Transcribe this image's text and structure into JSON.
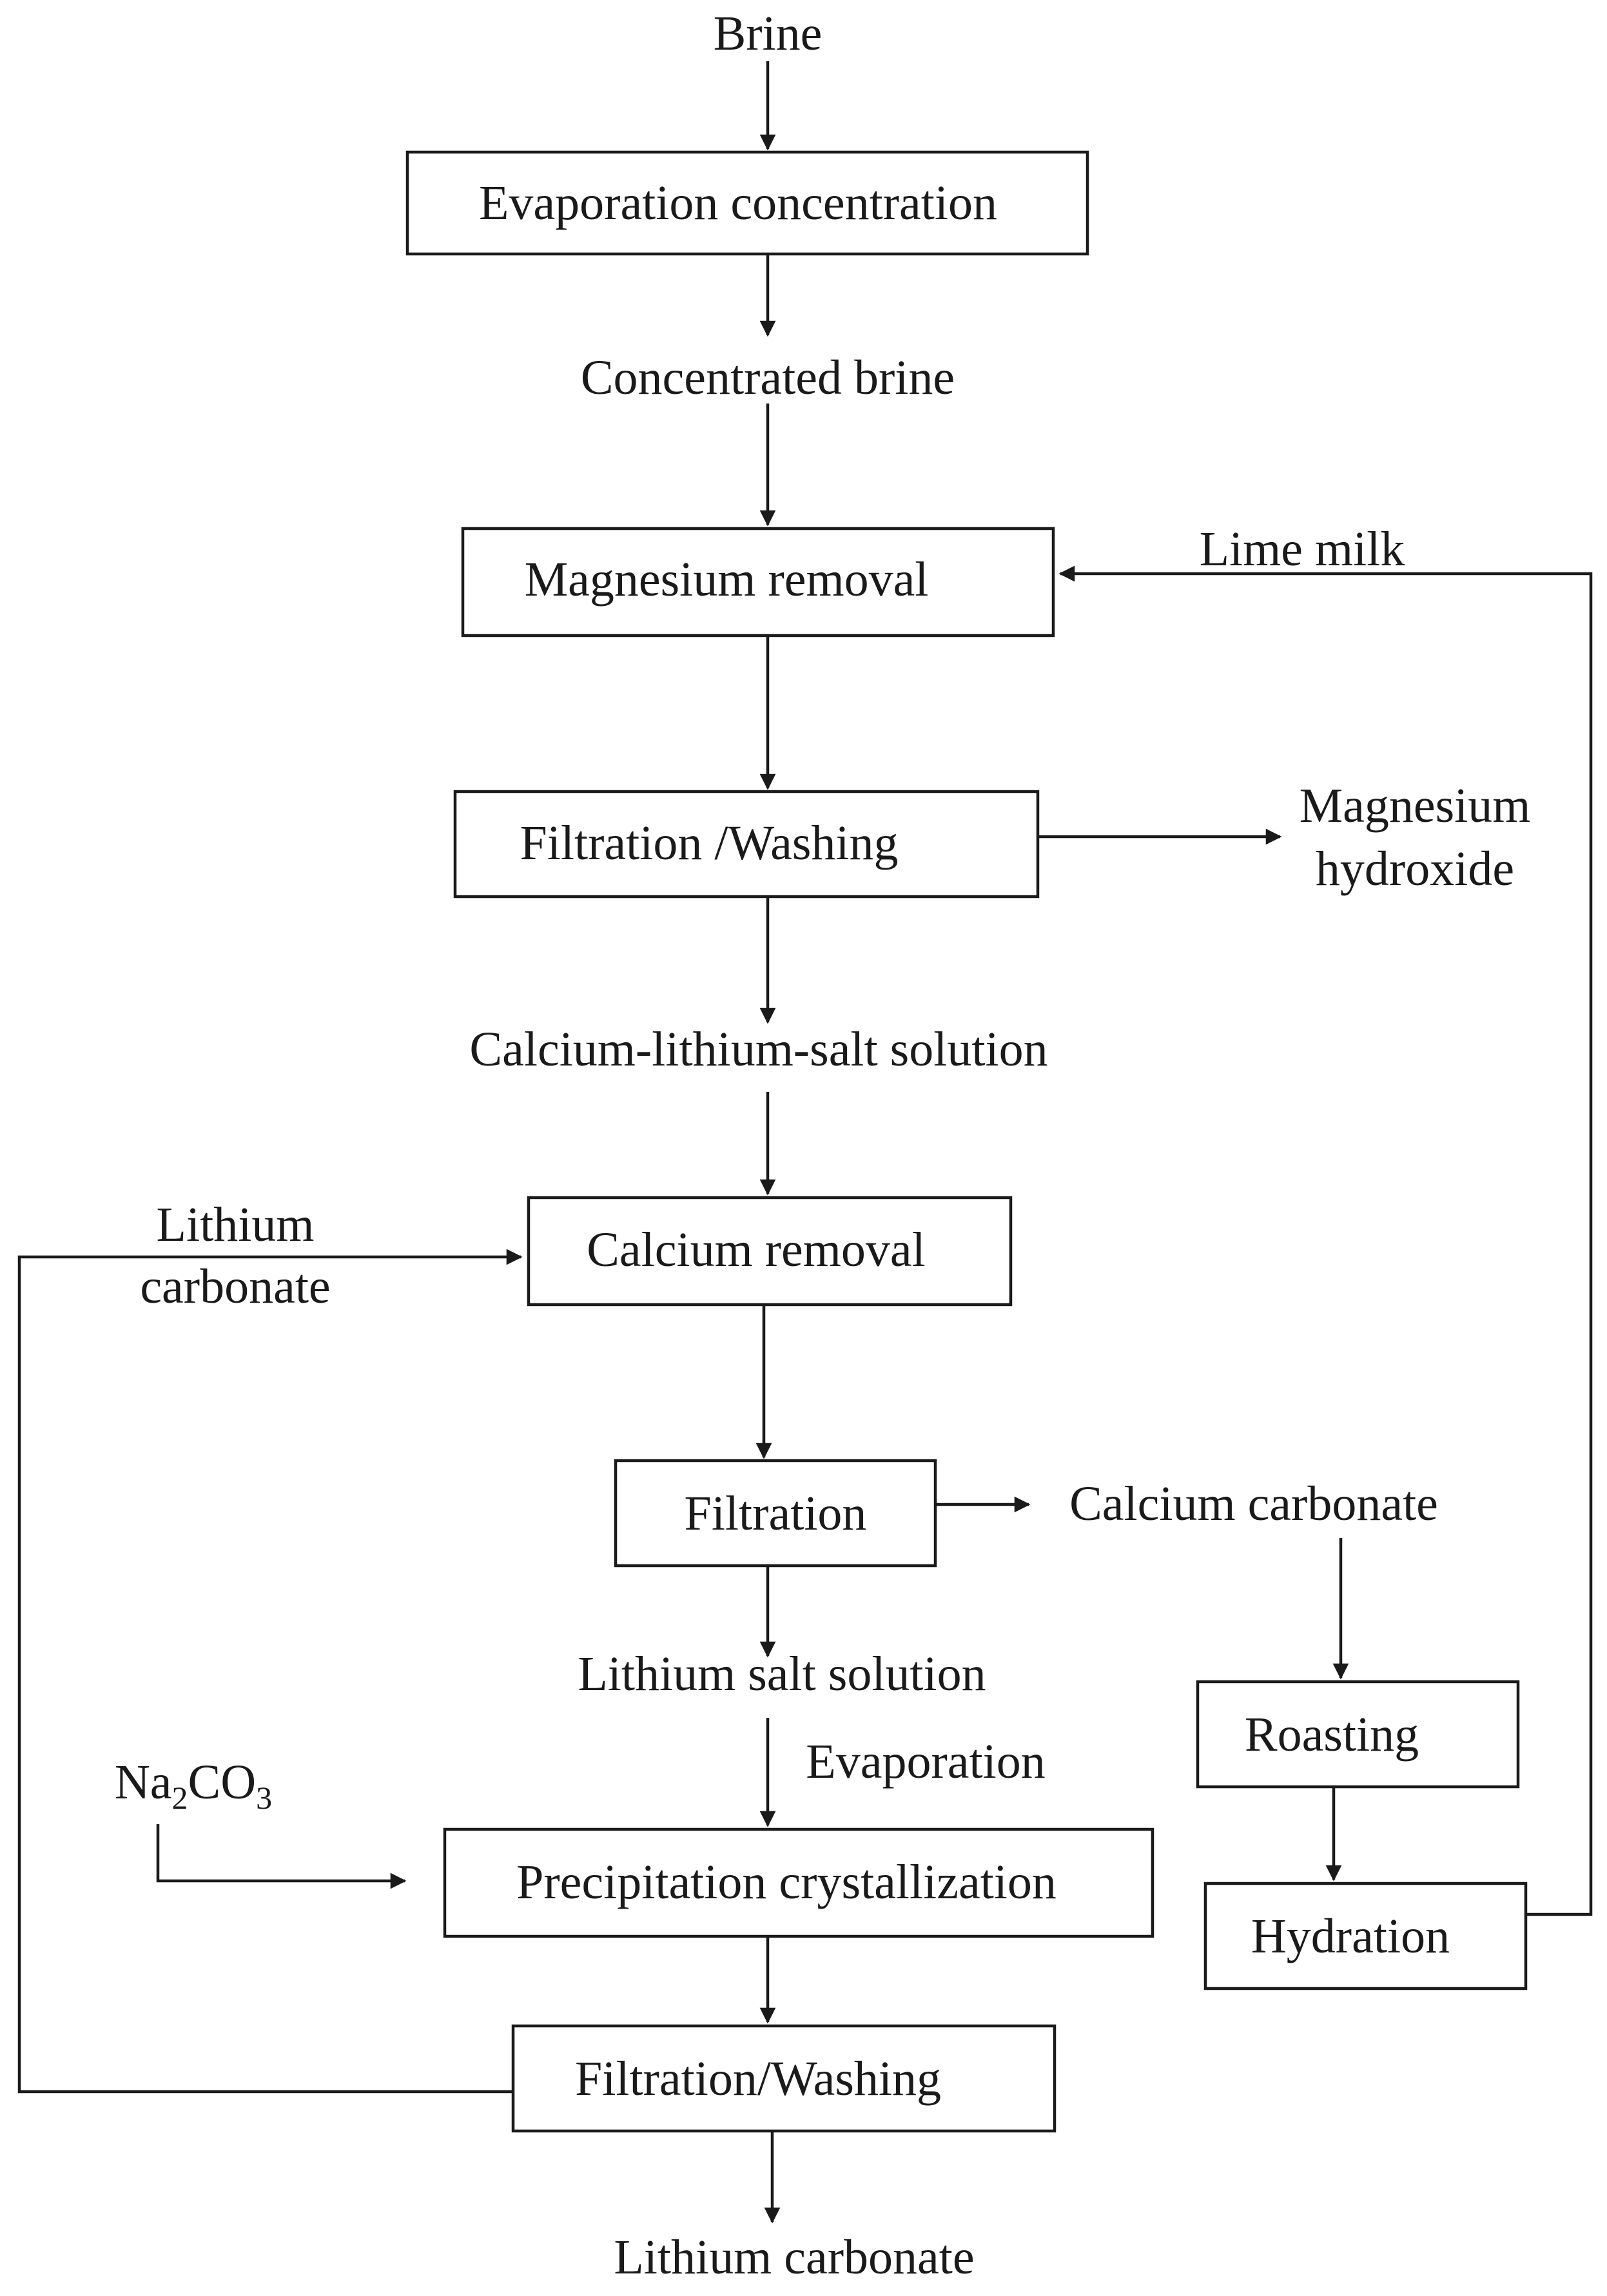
{
  "nodes": {
    "brine": "Brine",
    "evaporation_concentration": "Evaporation concentration",
    "concentrated_brine": "Concentrated brine",
    "magnesium_removal": "Magnesium removal",
    "lime_milk": "Lime milk",
    "filtration_washing_1": "Filtration /Washing",
    "magnesium_hydroxide_line1": "Magnesium",
    "magnesium_hydroxide_line2": "hydroxide",
    "calcium_lithium_salt_solution": "Calcium-lithium-salt solution",
    "lithium_carbonate_recycle_line1": "Lithium",
    "lithium_carbonate_recycle_line2": "carbonate",
    "calcium_removal": "Calcium removal",
    "filtration": "Filtration",
    "calcium_carbonate": "Calcium carbonate",
    "lithium_salt_solution": "Lithium salt solution",
    "evaporation": "Evaporation",
    "na2co3": {
      "na": "Na",
      "sub2": "2",
      "co": "CO",
      "sub3": "3"
    },
    "precipitation_crystallization": "Precipitation crystallization",
    "roasting": "Roasting",
    "hydration": "Hydration",
    "filtration_washing_2": "Filtration/Washing",
    "lithium_carbonate_product": "Lithium carbonate"
  },
  "colors": {
    "line": "#1a1a1a",
    "background": "#ffffff"
  }
}
